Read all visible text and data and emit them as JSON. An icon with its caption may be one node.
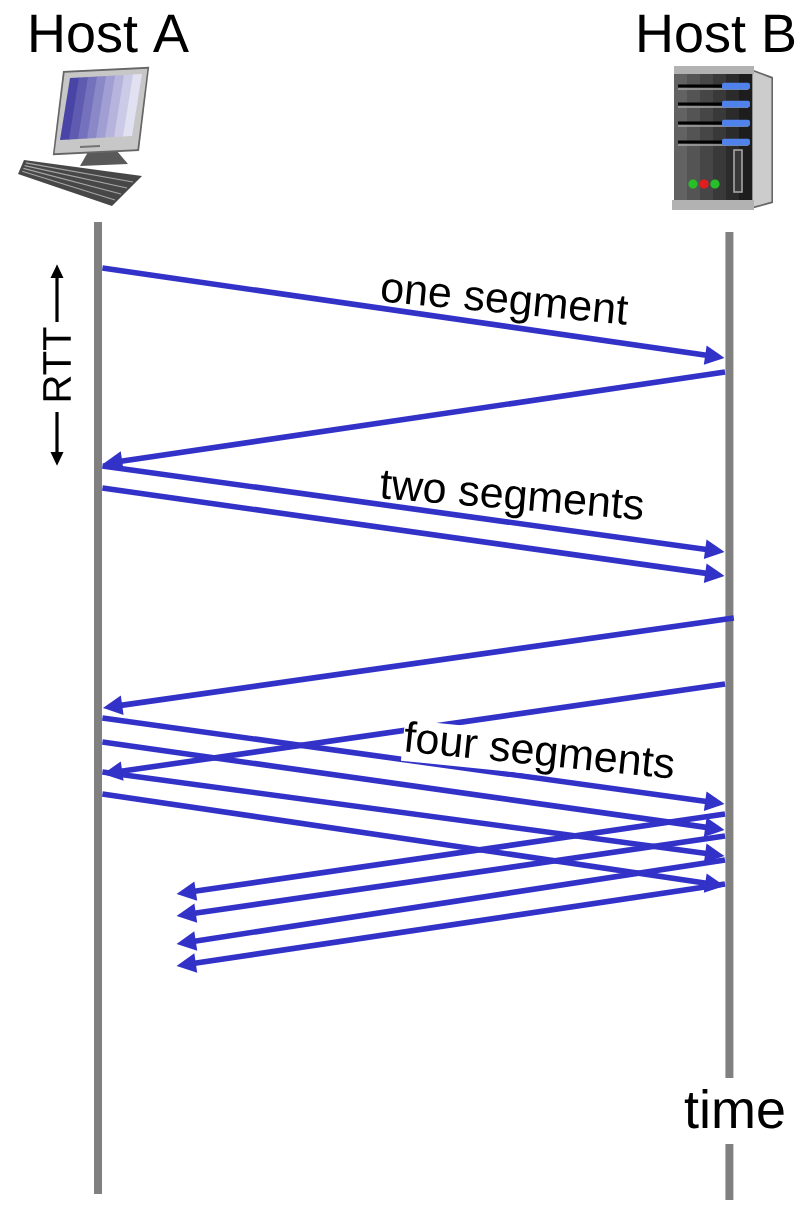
{
  "diagram": {
    "nodes": [
      {
        "text": [
          "Host A"
        ]
      },
      {
        "text": [
          "Host B"
        ]
      },
      {
        "text": [],
        "shape": "bar"
      },
      {
        "text": [],
        "shape": "bar",
        "beside": [
          "time"
        ]
      }
    ],
    "edges": [
      {
        "from": 2,
        "to": 3,
        "arrow": "to",
        "label": "one segment"
      },
      {
        "from": 3,
        "to": 2,
        "arrow": "to"
      },
      {
        "from": 2,
        "to": 3,
        "arrow": "to",
        "label": "two segments"
      },
      {
        "from": 2,
        "to": 3,
        "arrow": "to"
      },
      {
        "from": 3,
        "to": 2,
        "arrow": "to"
      },
      {
        "from": 3,
        "to": 2,
        "arrow": "to"
      },
      {
        "from": 2,
        "to": 3,
        "arrow": "to",
        "label": "four segments"
      },
      {
        "from": 2,
        "to": 3,
        "arrow": "to"
      },
      {
        "from": 2,
        "to": 3,
        "arrow": "to"
      },
      {
        "from": 2,
        "to": 3,
        "arrow": "to"
      },
      {
        "from": 3,
        "to": null,
        "arrow": "to"
      },
      {
        "from": 3,
        "to": null,
        "arrow": "to"
      },
      {
        "from": 3,
        "to": null,
        "arrow": "to"
      },
      {
        "from": 3,
        "to": null,
        "arrow": "to"
      }
    ],
    "labels": [
      "RTT"
    ]
  }
}
